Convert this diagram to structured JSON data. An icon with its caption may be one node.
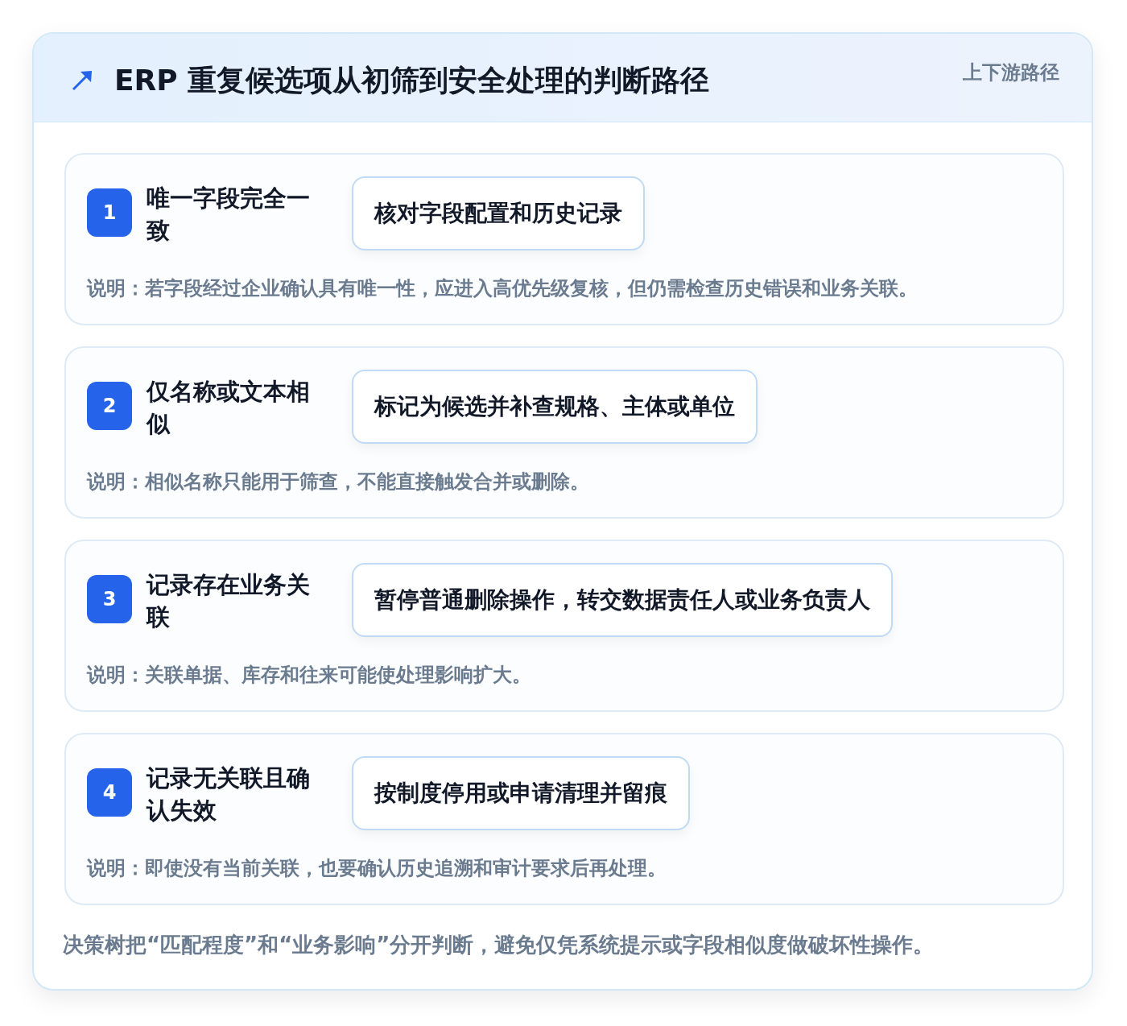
{
  "diagram": {
    "title": "ERP 重复候选项从初筛到安全处理的判断路径",
    "caption": "决策树把“匹配程度”和“业务影响”分开判断，避免仅凭系统提示或字段相似度做破坏性操作。",
    "nodes": [
      {
        "text": [],
        "shape": "box"
      },
      {
        "text": [
          "唯一字段完全一致",
          "说明：若字段经过企业确认具有唯一性，应进入高优先级复核，但仍需检查历史错误和业务关联。"
        ],
        "in": 0
      },
      {
        "text": [
          "1"
        ],
        "in": 1
      },
      {
        "text": [
          "核对字段配置和历史记录"
        ],
        "in": 1
      },
      {
        "text": [
          "仅名称或文本相似",
          "说明：相似名称只能用于筛查，不能直接触发合并或删除。"
        ],
        "in": 0
      },
      {
        "text": [
          "2"
        ],
        "in": 4
      },
      {
        "text": [
          "标记为候选并补查规格、主体或单位"
        ],
        "in": 4
      },
      {
        "text": [
          "记录存在业务关联",
          "说明：关联单据、库存和往来可能使处理影响扩大。"
        ],
        "in": 0
      },
      {
        "text": [
          "3"
        ],
        "in": 7
      },
      {
        "text": [
          "暂停普通删除操作，转交数据责任人或业务负责人"
        ],
        "in": 7
      },
      {
        "text": [
          "记录无关联且确认失效",
          "说明：即使没有当前关联，也要确认历史追溯和审计要求后再处理。"
        ],
        "in": 0
      },
      {
        "text": [
          "4"
        ],
        "in": 10
      },
      {
        "text": [
          "按制度停用或申请清理并留痕"
        ],
        "in": 10
      }
    ],
    "edges": [],
    "labels": [
      "上下游路径"
    ]
  }
}
